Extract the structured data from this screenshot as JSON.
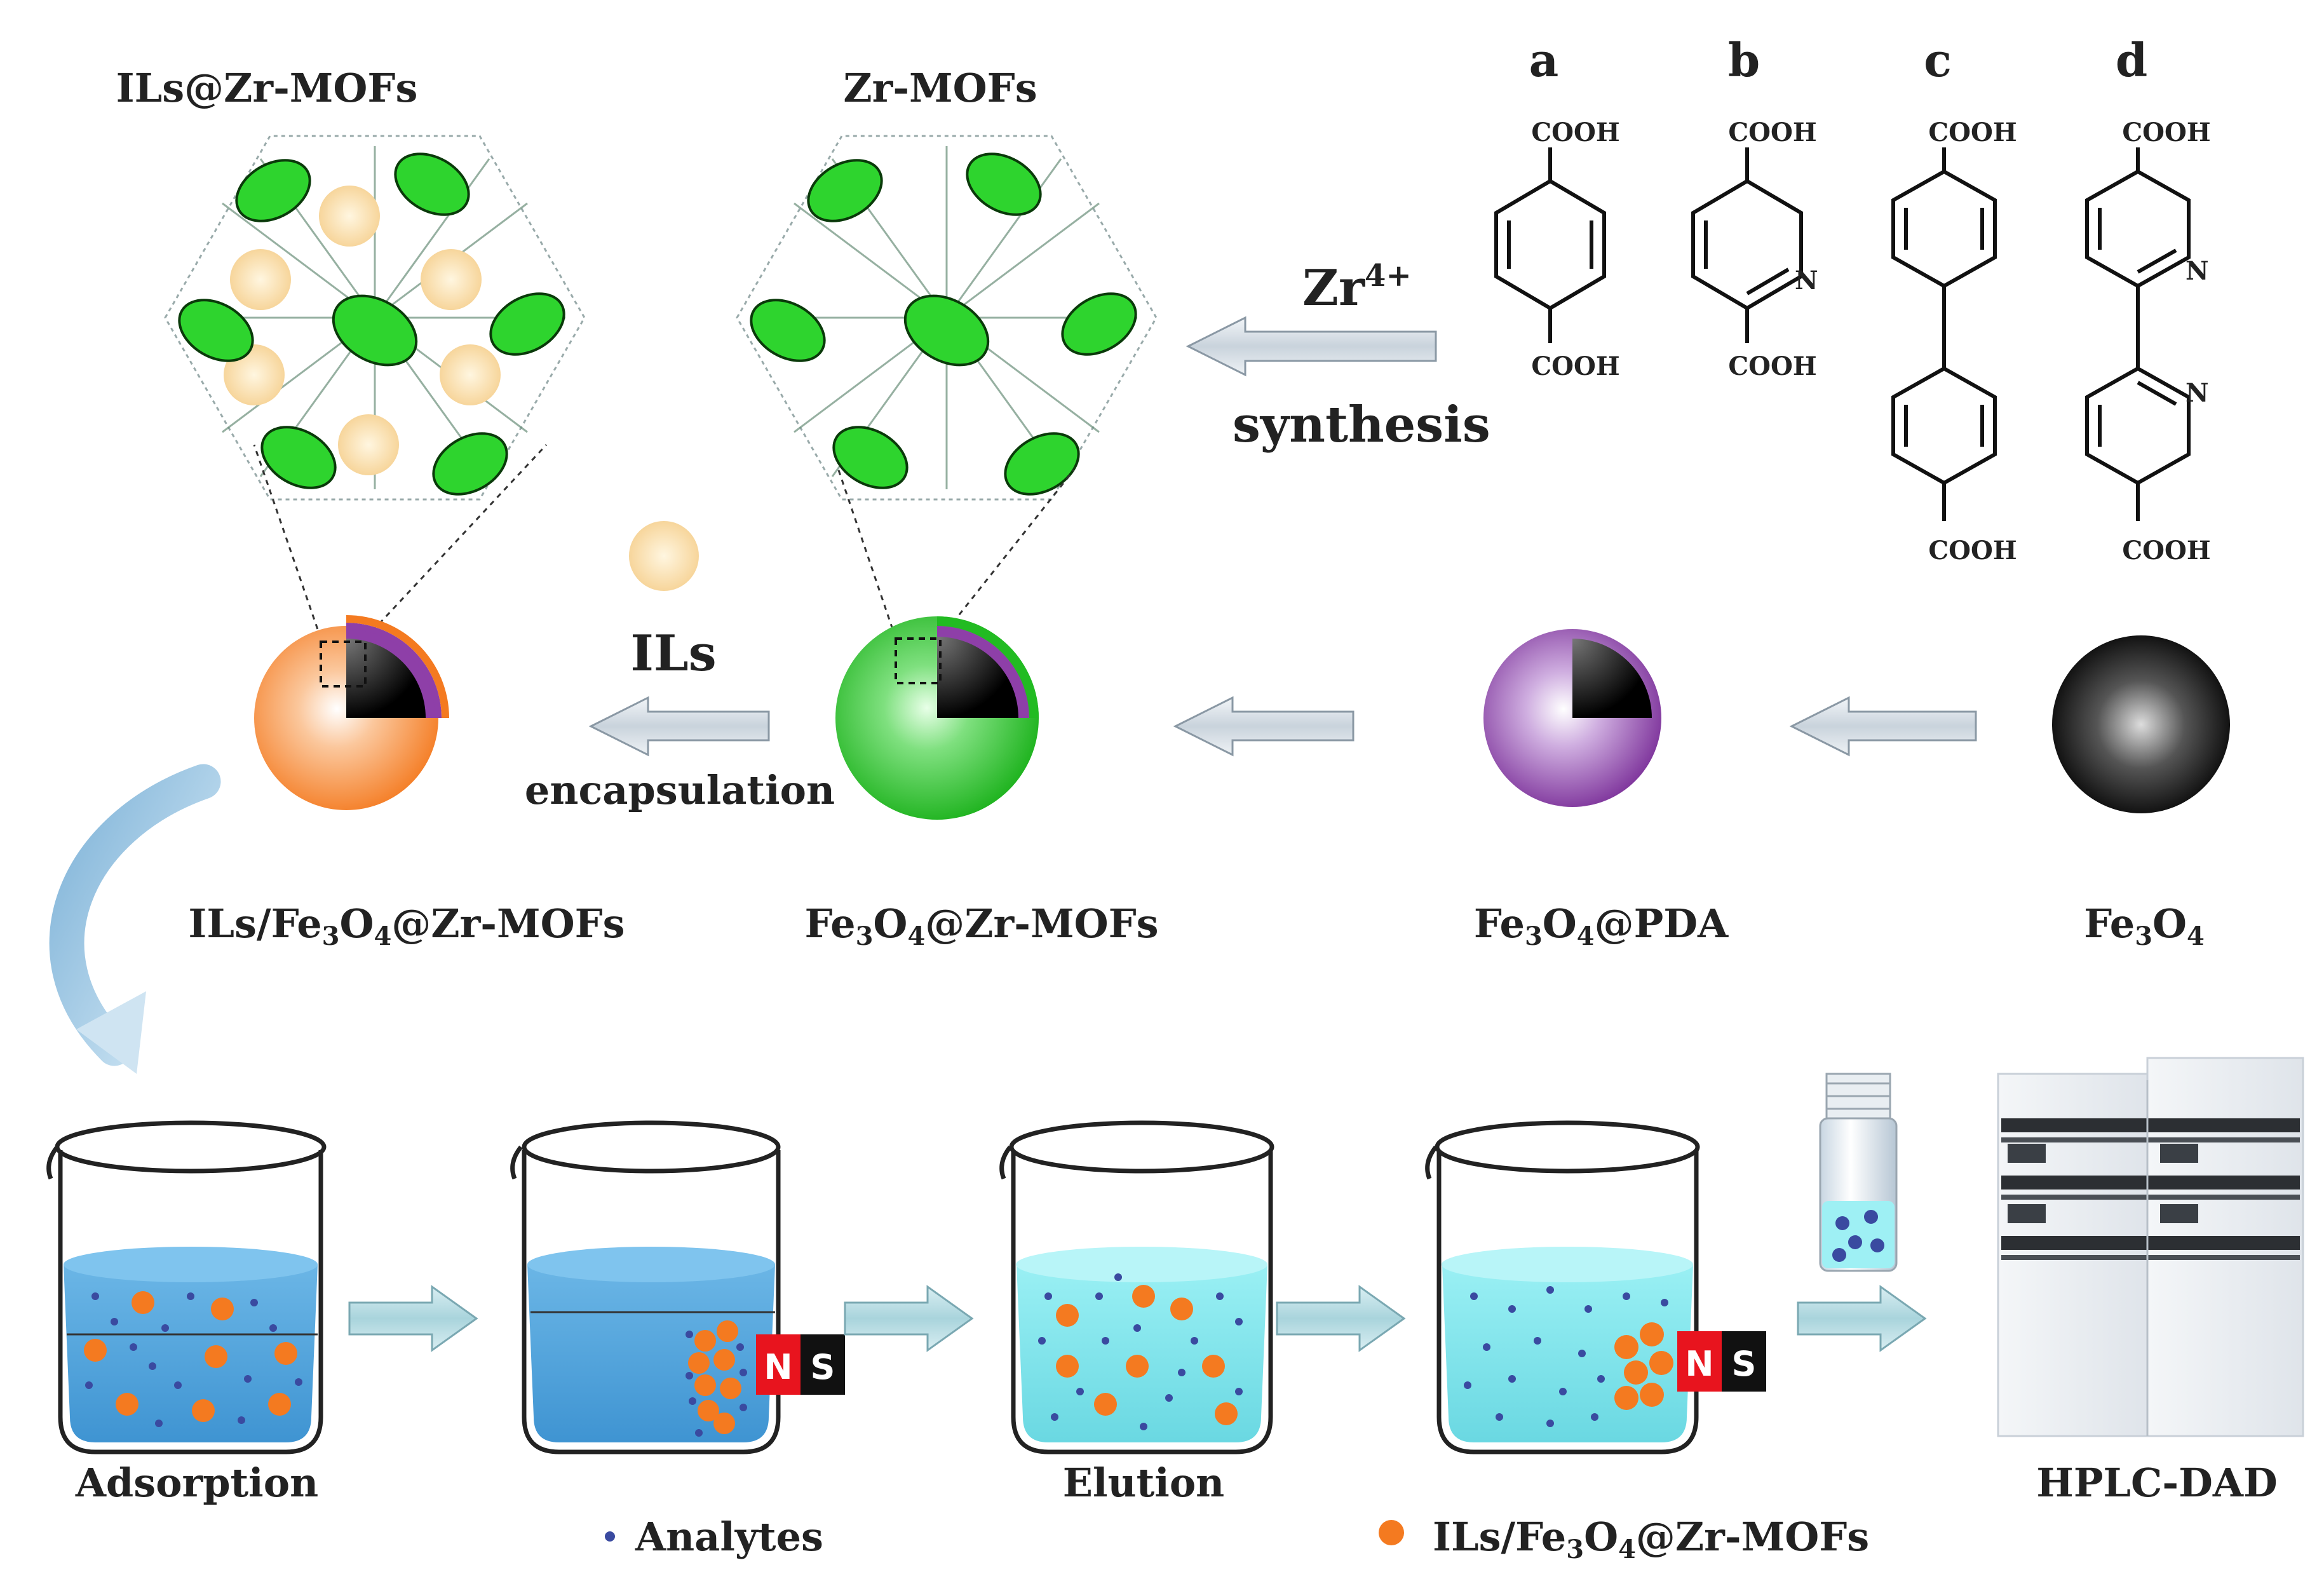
{
  "top": {
    "ils_zr_mofs_label": "ILs@Zr-MOFs",
    "zr_mofs_label": "Zr-MOFs",
    "zr_ion_label": "Zr",
    "zr_ion_charge": "4+",
    "synthesis_label": "synthesis",
    "ligands": [
      {
        "letter": "a",
        "top_group": "COOH",
        "bottom_group": "COOH"
      },
      {
        "letter": "b",
        "top_group": "COOH",
        "bottom_group": "COOH",
        "heteroatom": "N"
      },
      {
        "letter": "c",
        "top_group": "COOH",
        "bottom_group": "COOH"
      },
      {
        "letter": "d",
        "top_group": "COOH",
        "bottom_group": "COOH",
        "heteroatom_1": "N",
        "heteroatom_2": "N"
      }
    ]
  },
  "middle": {
    "ils_label": "ILs",
    "encapsulation_label": "encapsulation",
    "particles": {
      "ils_fe3o4_zr_mofs": {
        "pre": "ILs/Fe",
        "sub1": "3",
        "mid": "O",
        "sub2": "4",
        "post": "@Zr-MOFs"
      },
      "fe3o4_zr_mofs": {
        "pre": "Fe",
        "sub1": "3",
        "mid": "O",
        "sub2": "4",
        "post": "@Zr-MOFs"
      },
      "fe3o4_pda": {
        "pre": "Fe",
        "sub1": "3",
        "mid": "O",
        "sub2": "4",
        "post": "@PDA"
      },
      "fe3o4": {
        "pre": "Fe",
        "sub1": "3",
        "mid": "O",
        "sub2": "4",
        "post": ""
      }
    }
  },
  "bottom": {
    "adsorption_label": "Adsorption",
    "elution_label": "Elution",
    "hplc_label": "HPLC-DAD",
    "magnet_n": "N",
    "magnet_s": "S",
    "legend_analytes": "Analytes",
    "legend_particles": {
      "pre": "ILs/Fe",
      "sub1": "3",
      "mid": "O",
      "sub2": "4",
      "post": "@Zr-MOFs"
    }
  },
  "colors": {
    "orange": "#f47a20",
    "green": "#22bb22",
    "purple": "#8e3fa8",
    "black_core": "#111111",
    "water_blue": "#5aa8e0",
    "water_cyan": "#86e3ea",
    "analyte_dot": "#3a4aa0",
    "arrow_fill": "#cfd8e0",
    "il_sphere": "#f8d9a0",
    "magnet_n": "#e8141e",
    "magnet_s": "#111111"
  }
}
